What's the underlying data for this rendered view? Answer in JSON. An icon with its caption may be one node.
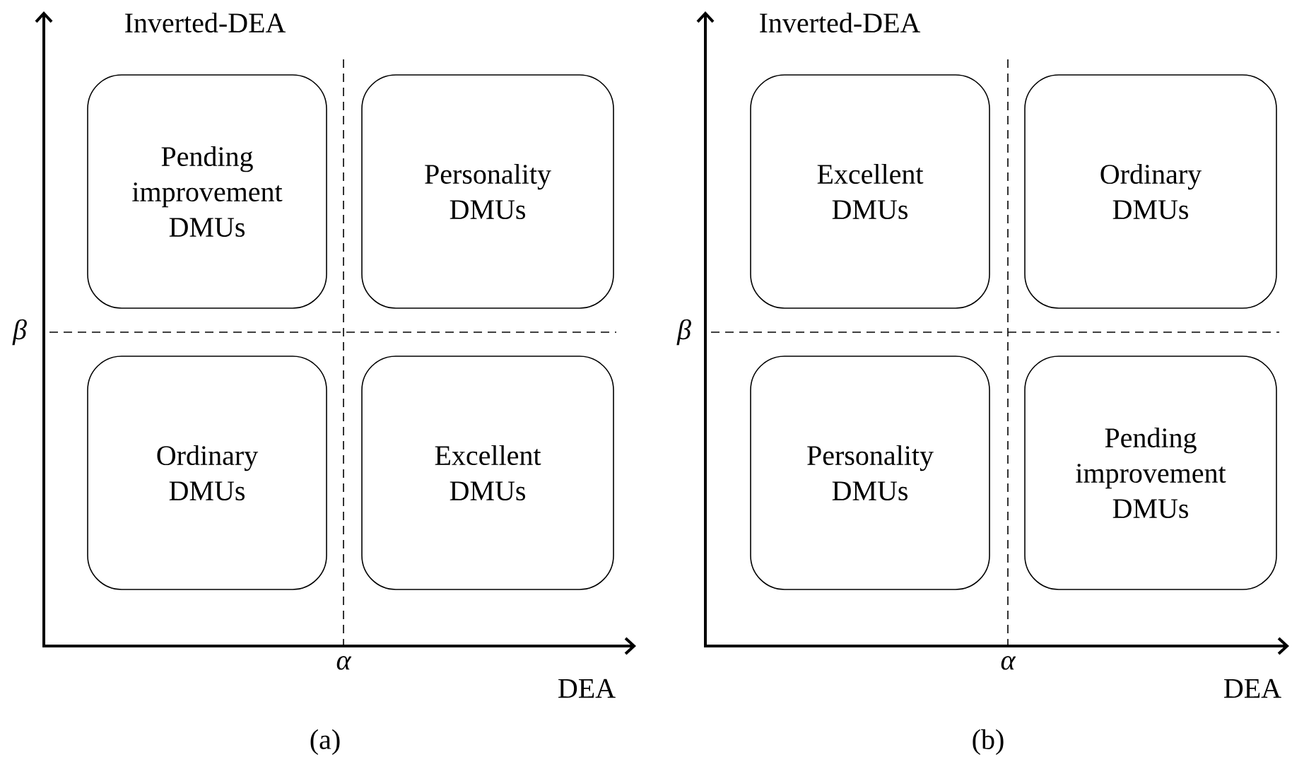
{
  "diagram": {
    "nodes": [
      {
        "text": [
          "Pending improvement DMUs"
        ]
      },
      {
        "text": [
          "Personality DMUs"
        ]
      },
      {
        "text": [
          "Ordinary DMUs"
        ]
      },
      {
        "text": [
          "Excellent DMUs"
        ]
      },
      {
        "text": [
          "Excellent DMUs"
        ]
      },
      {
        "text": [
          "Ordinary DMUs"
        ]
      },
      {
        "text": [
          "Personality DMUs"
        ]
      },
      {
        "text": [
          "Pending improvement DMUs"
        ]
      }
    ],
    "labels": [
      "Inverted-DEA",
      "β",
      "α",
      "DEA",
      "(a)",
      "Inverted-DEA",
      "β",
      "α",
      "DEA",
      "(b)"
    ]
  }
}
